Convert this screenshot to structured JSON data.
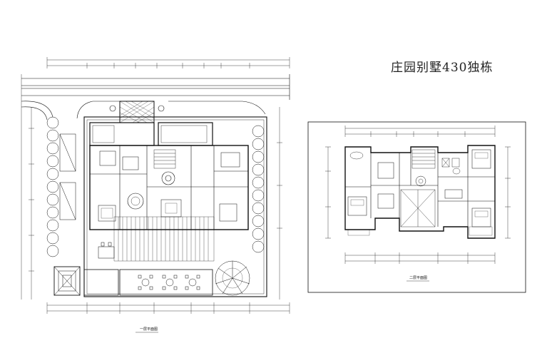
{
  "sheet": {
    "title": "庄园别墅430独栋"
  },
  "ground_floor_plan": {
    "caption": "一层平面图",
    "caption_note": "━━━━━━━━"
  },
  "second_floor_plan": {
    "caption": "二层平面图",
    "caption_note": "━━━━━━━━"
  }
}
